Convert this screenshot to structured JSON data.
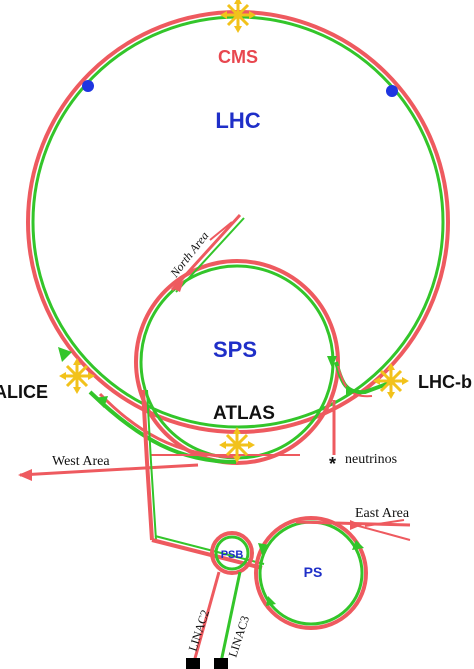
{
  "colors": {
    "beam_red": "#ee5a5f",
    "beam_green": "#33c52a",
    "label_blue": "#1f2fc8",
    "label_red": "#e8474f",
    "label_black": "#111111",
    "detector_star": "#f2c21b",
    "marker_blue": "#1e35e0",
    "source_block": "#000000"
  },
  "labels": {
    "cms": "CMS",
    "lhc": "LHC",
    "sps": "SPS",
    "atlas": "ATLAS",
    "alice": "ALICE",
    "lhcb": "LHC-b",
    "north_area": "North Area",
    "west_area": "West Area",
    "east_area": "East Area",
    "neutrinos": "neutrinos",
    "psb": "PSB",
    "ps": "PS",
    "linac2": "LINAC2",
    "linac3": "LINAC3"
  },
  "icons": {
    "detector": "detector-star-icon",
    "neutrino_target": "asterisk-icon",
    "source": "source-block-icon",
    "marker": "blue-dot-icon",
    "beam_direction": "arrowhead-icon"
  }
}
